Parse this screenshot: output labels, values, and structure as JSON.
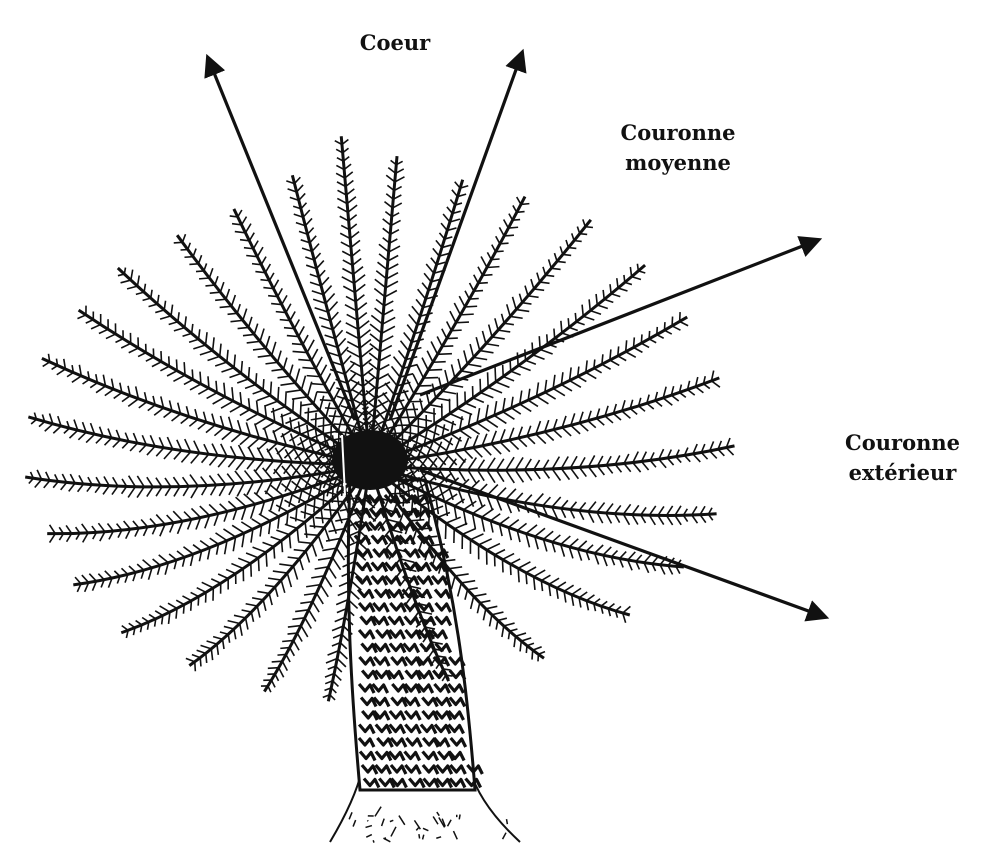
{
  "labels": {
    "coeur": "Coeur",
    "couronne_moyenne": [
      "Couronne",
      "moyenne"
    ],
    "couronne_exterieur": [
      "Couronne",
      "extérieur"
    ]
  },
  "colors": {
    "ink": "#111111",
    "background": "#ffffff"
  }
}
